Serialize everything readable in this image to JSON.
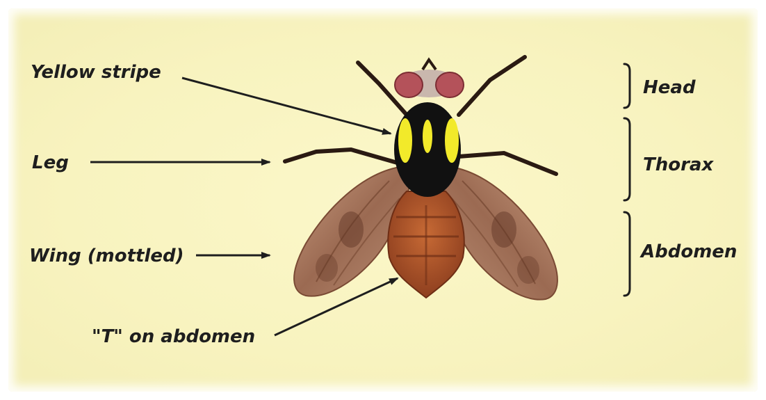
{
  "labels": {
    "yellow_stripe": "Yellow stripe",
    "leg": "Leg",
    "wing": "Wing (mottled)",
    "t_on_abdomen": "\"T\" on abdomen",
    "head": "Head",
    "thorax": "Thorax",
    "abdomen": "Abdomen"
  },
  "colors": {
    "background": "#f8f3bf",
    "thorax": "#111111",
    "stripe": "#f2ea2a",
    "abdomen": "#b5582a",
    "wing": "#a2745a",
    "eye": "#b4525a",
    "ink": "#1e1e1e"
  }
}
